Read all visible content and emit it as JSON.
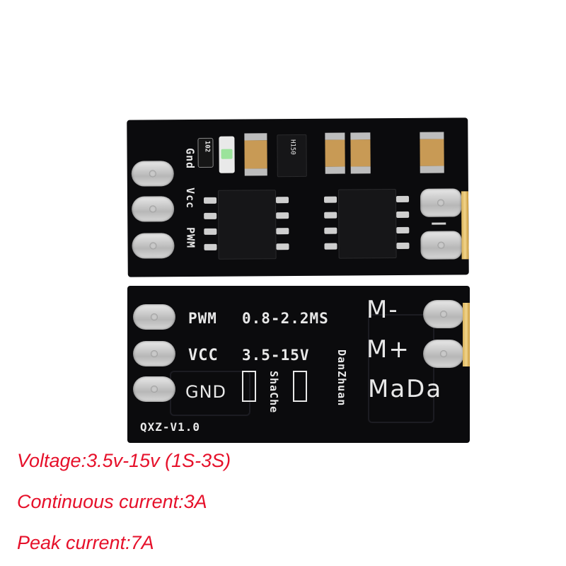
{
  "top_board": {
    "labels": {
      "gnd": "Gnd",
      "vcc": "Vcc",
      "pwm": "PWM"
    },
    "component_marks": {
      "resistor": "102",
      "transistor": "H150"
    }
  },
  "bottom_board": {
    "labels": {
      "pwm": "PWM",
      "pwm_range": "0.8-2.2MS",
      "vcc": "VCC",
      "vcc_range": "3.5-15V",
      "gnd": "GND",
      "shache": "ShaChe",
      "danzhuan": "DanZhuan",
      "motor_minus": "M-",
      "motor_plus": "M+",
      "brand": "MaDa",
      "version": "QXZ-V1.0"
    }
  },
  "specs": {
    "voltage": "Voltage:3.5v-15v (1S-3S)",
    "continuous_current": "Continuous current:3A",
    "peak_current": "Peak current:7A"
  },
  "colors": {
    "pcb": "#0b0b0d",
    "silkscreen": "#e8e8e8",
    "spec_text": "#e6102a",
    "pad": "#c9c9c9",
    "gold_edge": "#e0b860"
  }
}
